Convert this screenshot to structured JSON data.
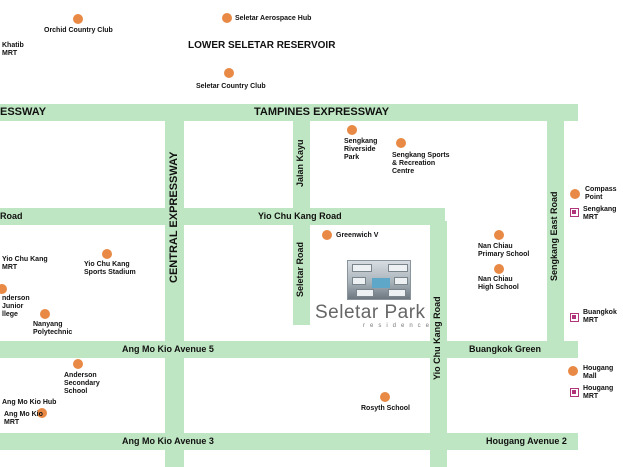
{
  "map": {
    "reservoir_label": "LOWER SELETAR RESERVOIR",
    "roads": {
      "tpe_left": "ESSWAY",
      "tpe": "TAMPINES EXPRESSWAY",
      "cte": "CENTRAL EXPRESSWAY",
      "yck_left": "Road",
      "yck": "Yio Chu Kang Road",
      "jalan_kayu": "Jalan Kayu",
      "seletar_road": "Seletar Road",
      "sengkang_east": "Sengkang East Road",
      "ang_mo_kio_5": "Ang Mo Kio Avenue 5",
      "buangkok_green": "Buangkok Green",
      "yio_chu_kang_road_v": "Yio Chu Kang Road",
      "ang_mo_kio_3": "Ang Mo Kio Avenue 3",
      "hougang_2": "Hougang Avenue 2"
    },
    "pois": {
      "orchid": "Orchid Country Club",
      "aerospace": "Seletar Aerospace Hub",
      "khatib": [
        "Khatib",
        "MRT"
      ],
      "seletar_cc": "Seletar Country Club",
      "riverside": [
        "Sengkang",
        "Riverside",
        "Park"
      ],
      "sports": [
        "Sengkang Sports",
        "& Recreation",
        "Centre"
      ],
      "compass": [
        "Compass",
        "Point"
      ],
      "sengkang_mrt": [
        "Sengkang",
        "MRT"
      ],
      "greenwich": "Greenwich V",
      "nan_chiau_primary": [
        "Nan Chiau",
        "Primary School"
      ],
      "nan_chiau_high": [
        "Nan Chiau",
        "High School"
      ],
      "yck_mrt": [
        "Yio Chu Kang",
        "MRT"
      ],
      "yck_stadium": [
        "Yio Chu Kang",
        "Sports Stadium"
      ],
      "anderson_jc": [
        "nderson",
        "Junior",
        "llege"
      ],
      "nanyang": [
        "Nanyang",
        "Polytechnic"
      ],
      "buangkok_mrt": [
        "Buangkok",
        "MRT"
      ],
      "anderson_sec": [
        "Anderson",
        "Secondary",
        "School"
      ],
      "amk_hub": "Ang Mo Kio Hub",
      "amk_mrt": [
        "Ang Mo Kio",
        "MRT"
      ],
      "hougang_mall": [
        "Hougang",
        "Mall"
      ],
      "hougang_mrt": [
        "Hougang",
        "MRT"
      ],
      "rosyth": "Rosyth School"
    },
    "project": {
      "name": "Seletar Park",
      "sub": "residence"
    },
    "colors": {
      "road": "#bfe6c2",
      "poi": "#e88a45",
      "mrt": "#b0347a"
    }
  }
}
